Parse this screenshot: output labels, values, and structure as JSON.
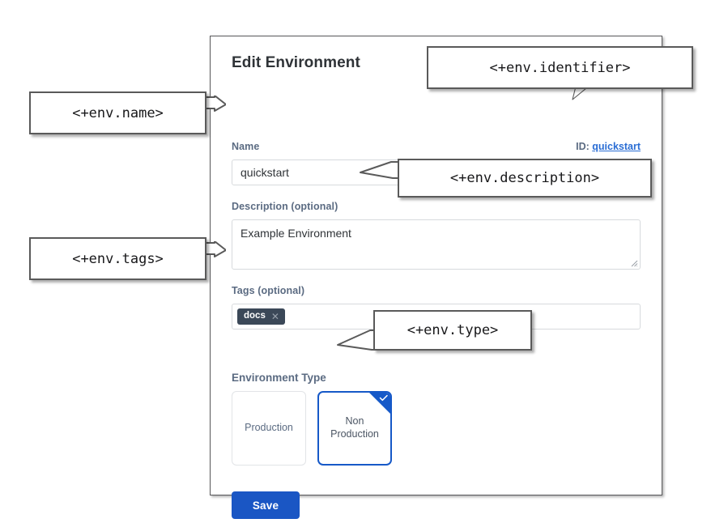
{
  "panel": {
    "title": "Edit Environment",
    "fields": {
      "name": {
        "label": "Name",
        "value": "quickstart",
        "placeholder": "Name"
      },
      "identifier": {
        "prefix": "ID:",
        "value": "quickstart"
      },
      "description": {
        "label": "Description (optional)",
        "value": "Example Environment",
        "placeholder": "Description (optional)"
      },
      "tags": {
        "label": "Tags (optional)",
        "chips": [
          {
            "label": "docs",
            "remove_icon": "close-icon",
            "remove_glyph": "✕"
          }
        ]
      },
      "environment_type": {
        "label": "Environment Type",
        "options": [
          {
            "label": "Production",
            "selected": false
          },
          {
            "label": "Non Production",
            "line1": "Non",
            "line2": "Production",
            "selected": true
          }
        ],
        "selected_badge_icon": "check-icon"
      }
    },
    "save_label": "Save"
  },
  "annotations": [
    {
      "id": "env-name",
      "text": "<+env.name>"
    },
    {
      "id": "env-identifier",
      "text": "<+env.identifier>"
    },
    {
      "id": "env-description",
      "text": "<+env.description>"
    },
    {
      "id": "env-tags",
      "text": "<+env.tags>"
    },
    {
      "id": "env-type",
      "text": "<+env.type>"
    }
  ],
  "colors": {
    "accent_blue": "#1a56c4",
    "link_blue": "#2a6dd4",
    "label_slate": "#5b6b82",
    "tag_chip": "#3b4858",
    "panel_border": "#58585a",
    "input_border": "#d7dadd"
  }
}
